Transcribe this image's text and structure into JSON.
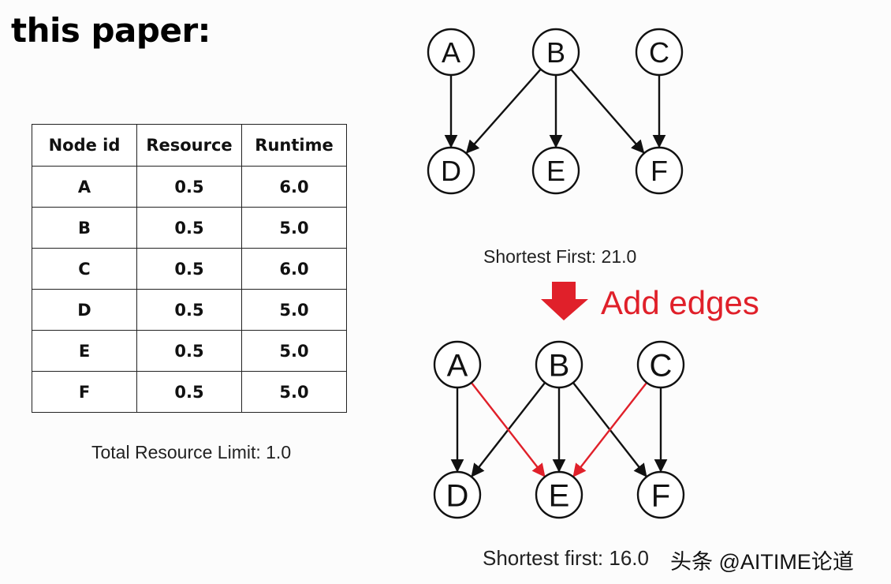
{
  "title": "this paper:",
  "table": {
    "headers": [
      "Node id",
      "Resource",
      "Runtime"
    ],
    "rows": [
      [
        "A",
        "0.5",
        "6.0"
      ],
      [
        "B",
        "0.5",
        "5.0"
      ],
      [
        "C",
        "0.5",
        "6.0"
      ],
      [
        "D",
        "0.5",
        "5.0"
      ],
      [
        "E",
        "0.5",
        "5.0"
      ],
      [
        "F",
        "0.5",
        "5.0"
      ]
    ]
  },
  "limit_text": "Total Resource Limit: 1.0",
  "graph_top": {
    "nodes": [
      "A",
      "B",
      "C",
      "D",
      "E",
      "F"
    ],
    "edges": [
      [
        "A",
        "D"
      ],
      [
        "B",
        "D"
      ],
      [
        "B",
        "E"
      ],
      [
        "B",
        "F"
      ],
      [
        "C",
        "F"
      ]
    ],
    "caption": "Shortest First: 21.0"
  },
  "transition_label": "Add edges",
  "graph_bottom": {
    "nodes": [
      "A",
      "B",
      "C",
      "D",
      "E",
      "F"
    ],
    "edges": [
      [
        "A",
        "D"
      ],
      [
        "B",
        "D"
      ],
      [
        "B",
        "E"
      ],
      [
        "B",
        "F"
      ],
      [
        "C",
        "F"
      ]
    ],
    "added_edges": [
      [
        "A",
        "E"
      ],
      [
        "C",
        "E"
      ]
    ],
    "caption": "Shortest first: 16.0"
  },
  "watermark": "头条 @AITIME论道",
  "colors": {
    "edge": "#111111",
    "added_edge": "#e0202a",
    "accent": "#e0202a"
  }
}
